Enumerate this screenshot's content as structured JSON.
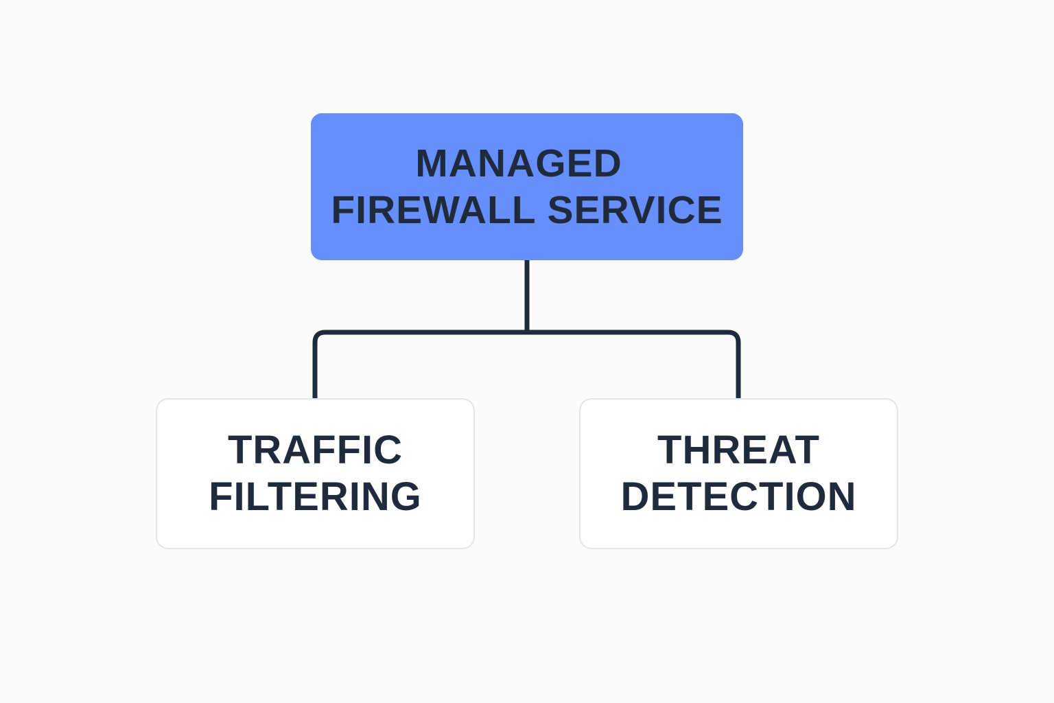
{
  "diagram": {
    "root": {
      "lines": [
        "MANAGED",
        "FIREWALL SERVICE"
      ],
      "fill": "#668ffc",
      "text_color": "#1f2a3d"
    },
    "children": [
      {
        "lines": [
          "TRAFFIC",
          "FILTERING"
        ]
      },
      {
        "lines": [
          "THREAT",
          "DETECTION"
        ]
      }
    ],
    "child_fill": "#ffffff",
    "child_border": "#e2e5ea",
    "connector_color": "#1f2a3d"
  }
}
